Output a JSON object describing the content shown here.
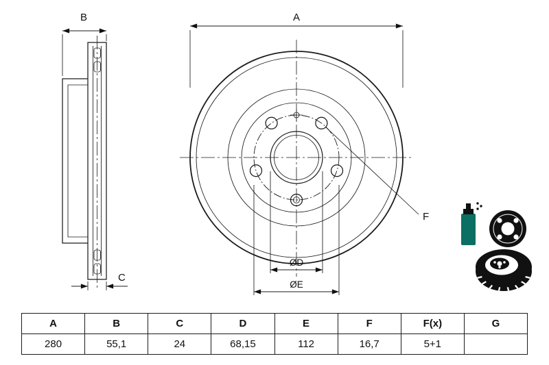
{
  "drawing": {
    "labels": {
      "dim_a": "A",
      "dim_b": "B",
      "dim_c": "C",
      "dim_d": "ØD",
      "dim_e": "ØE",
      "dim_f": "F"
    }
  },
  "table": {
    "headers": [
      "A",
      "B",
      "C",
      "D",
      "E",
      "F",
      "F(x)",
      "G"
    ],
    "values": [
      "280",
      "55,1",
      "24",
      "68,15",
      "112",
      "16,7",
      "5+1",
      ""
    ]
  },
  "colors": {
    "line": "#1a1a1a",
    "accent_teal": "#0c6f63",
    "background": "#ffffff"
  }
}
